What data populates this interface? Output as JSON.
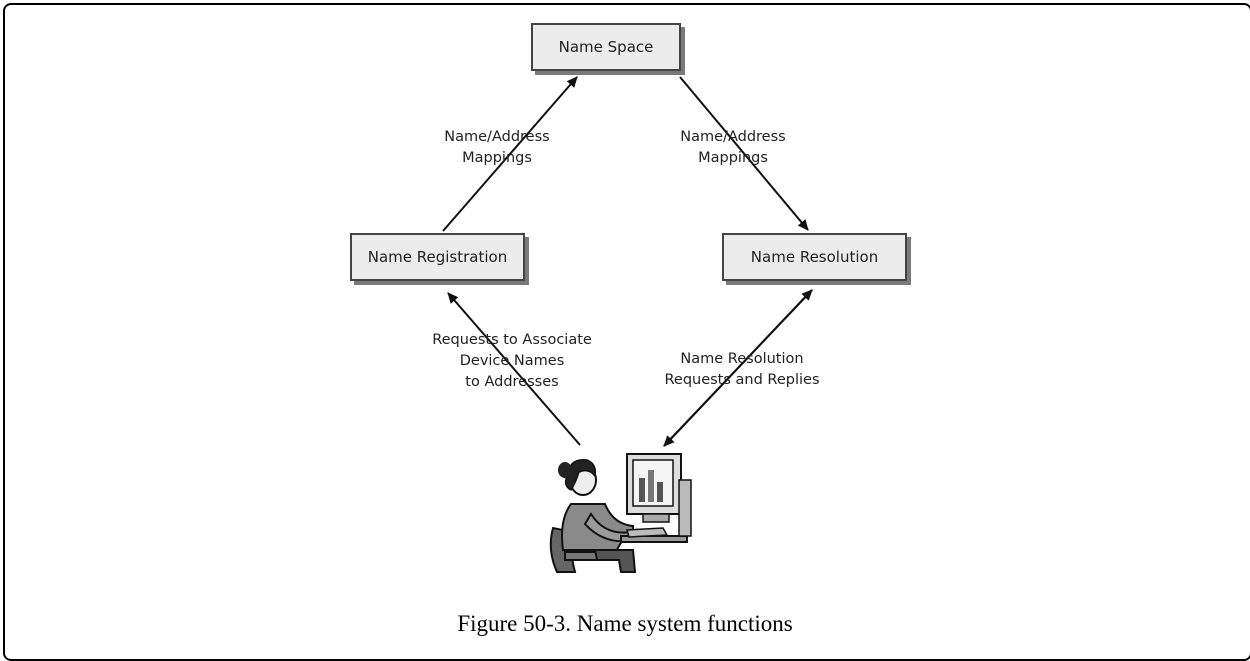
{
  "nodes": {
    "name_space": "Name Space",
    "name_registration": "Name Registration",
    "name_resolution": "Name Resolution"
  },
  "edge_labels": {
    "left_top": [
      "Name/Address",
      "Mappings"
    ],
    "right_top": [
      "Name/Address",
      "Mappings"
    ],
    "left_bottom": [
      "Requests to Associate",
      "Device Names",
      "to Addresses"
    ],
    "right_bottom": [
      "Name Resolution",
      "Requests and Replies"
    ]
  },
  "caption": "Figure 50-3. Name system functions",
  "icons": {
    "user": "person-at-computer-icon"
  }
}
